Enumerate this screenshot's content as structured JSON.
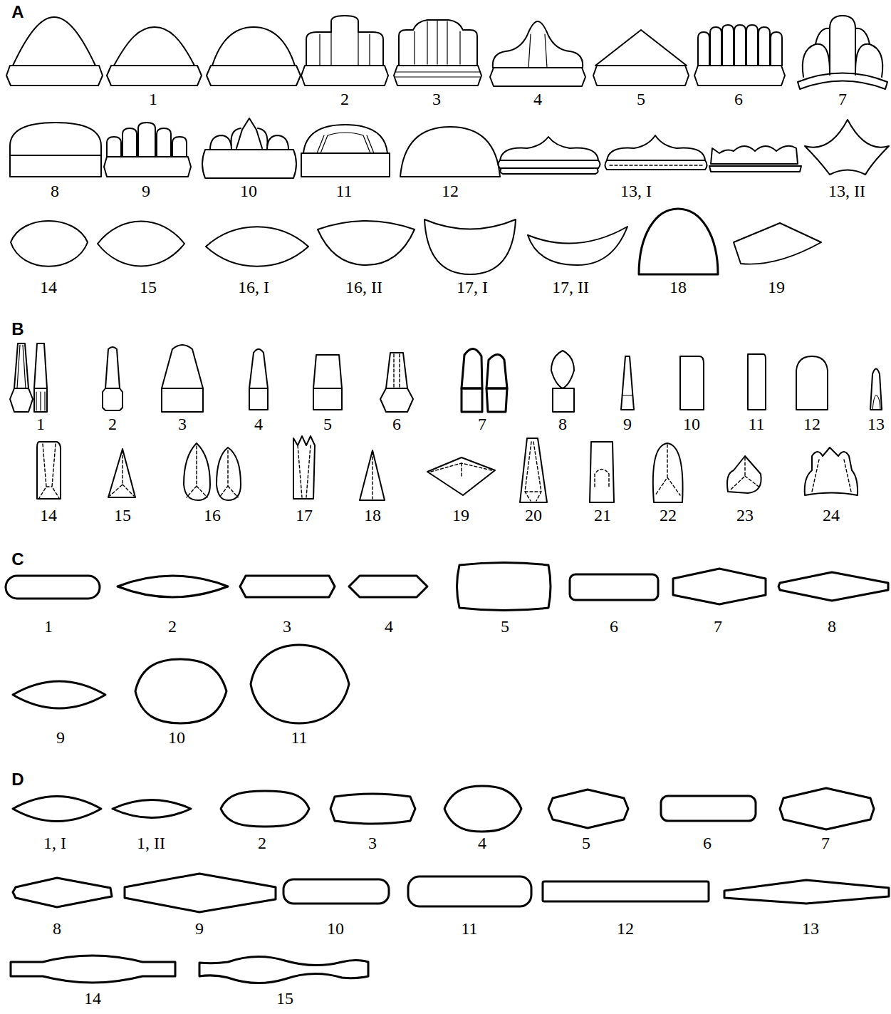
{
  "diagram": {
    "labels": [
      "A",
      "1",
      "2",
      "3",
      "4",
      "5",
      "6",
      "7",
      "8",
      "9",
      "10",
      "11",
      "12",
      "13, I",
      "13, II",
      "14",
      "15",
      "16, I",
      "16, II",
      "17, I",
      "17, II",
      "18",
      "19",
      "B",
      "1",
      "2",
      "3",
      "4",
      "5",
      "6",
      "7",
      "8",
      "9",
      "10",
      "11",
      "12",
      "13",
      "14",
      "15",
      "16",
      "17",
      "18",
      "19",
      "20",
      "21",
      "22",
      "23",
      "24",
      "C",
      "1",
      "2",
      "3",
      "4",
      "5",
      "6",
      "7",
      "8",
      "9",
      "10",
      "11",
      "D",
      "1, I",
      "1, II",
      "2",
      "3",
      "4",
      "5",
      "6",
      "7",
      "8",
      "9",
      "10",
      "11",
      "12",
      "13",
      "14",
      "15"
    ]
  }
}
